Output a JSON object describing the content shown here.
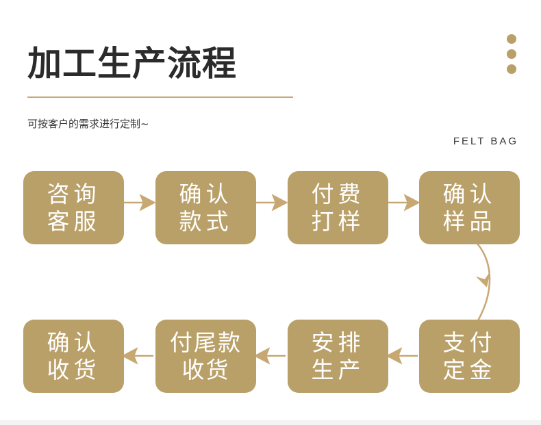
{
  "header": {
    "title": "加工生产流程",
    "subtitle": "可按客户的需求进行定制~",
    "tag": "FELT BAG"
  },
  "decoration": {
    "dots_icon": "vertical-ellipsis-icon"
  },
  "flow": {
    "steps": [
      {
        "label": "咨询\n客服"
      },
      {
        "label": "确认\n款式"
      },
      {
        "label": "付费\n打样"
      },
      {
        "label": "确认\n样品"
      },
      {
        "label": "支付\n定金"
      },
      {
        "label": "安排\n生产"
      },
      {
        "label": "付尾款\n收货"
      },
      {
        "label": "确认\n收货"
      }
    ]
  },
  "colors": {
    "accent": "#b9a068",
    "line": "#c7a872",
    "title_text": "#2b2b2b",
    "box_text": "#ffffff"
  }
}
